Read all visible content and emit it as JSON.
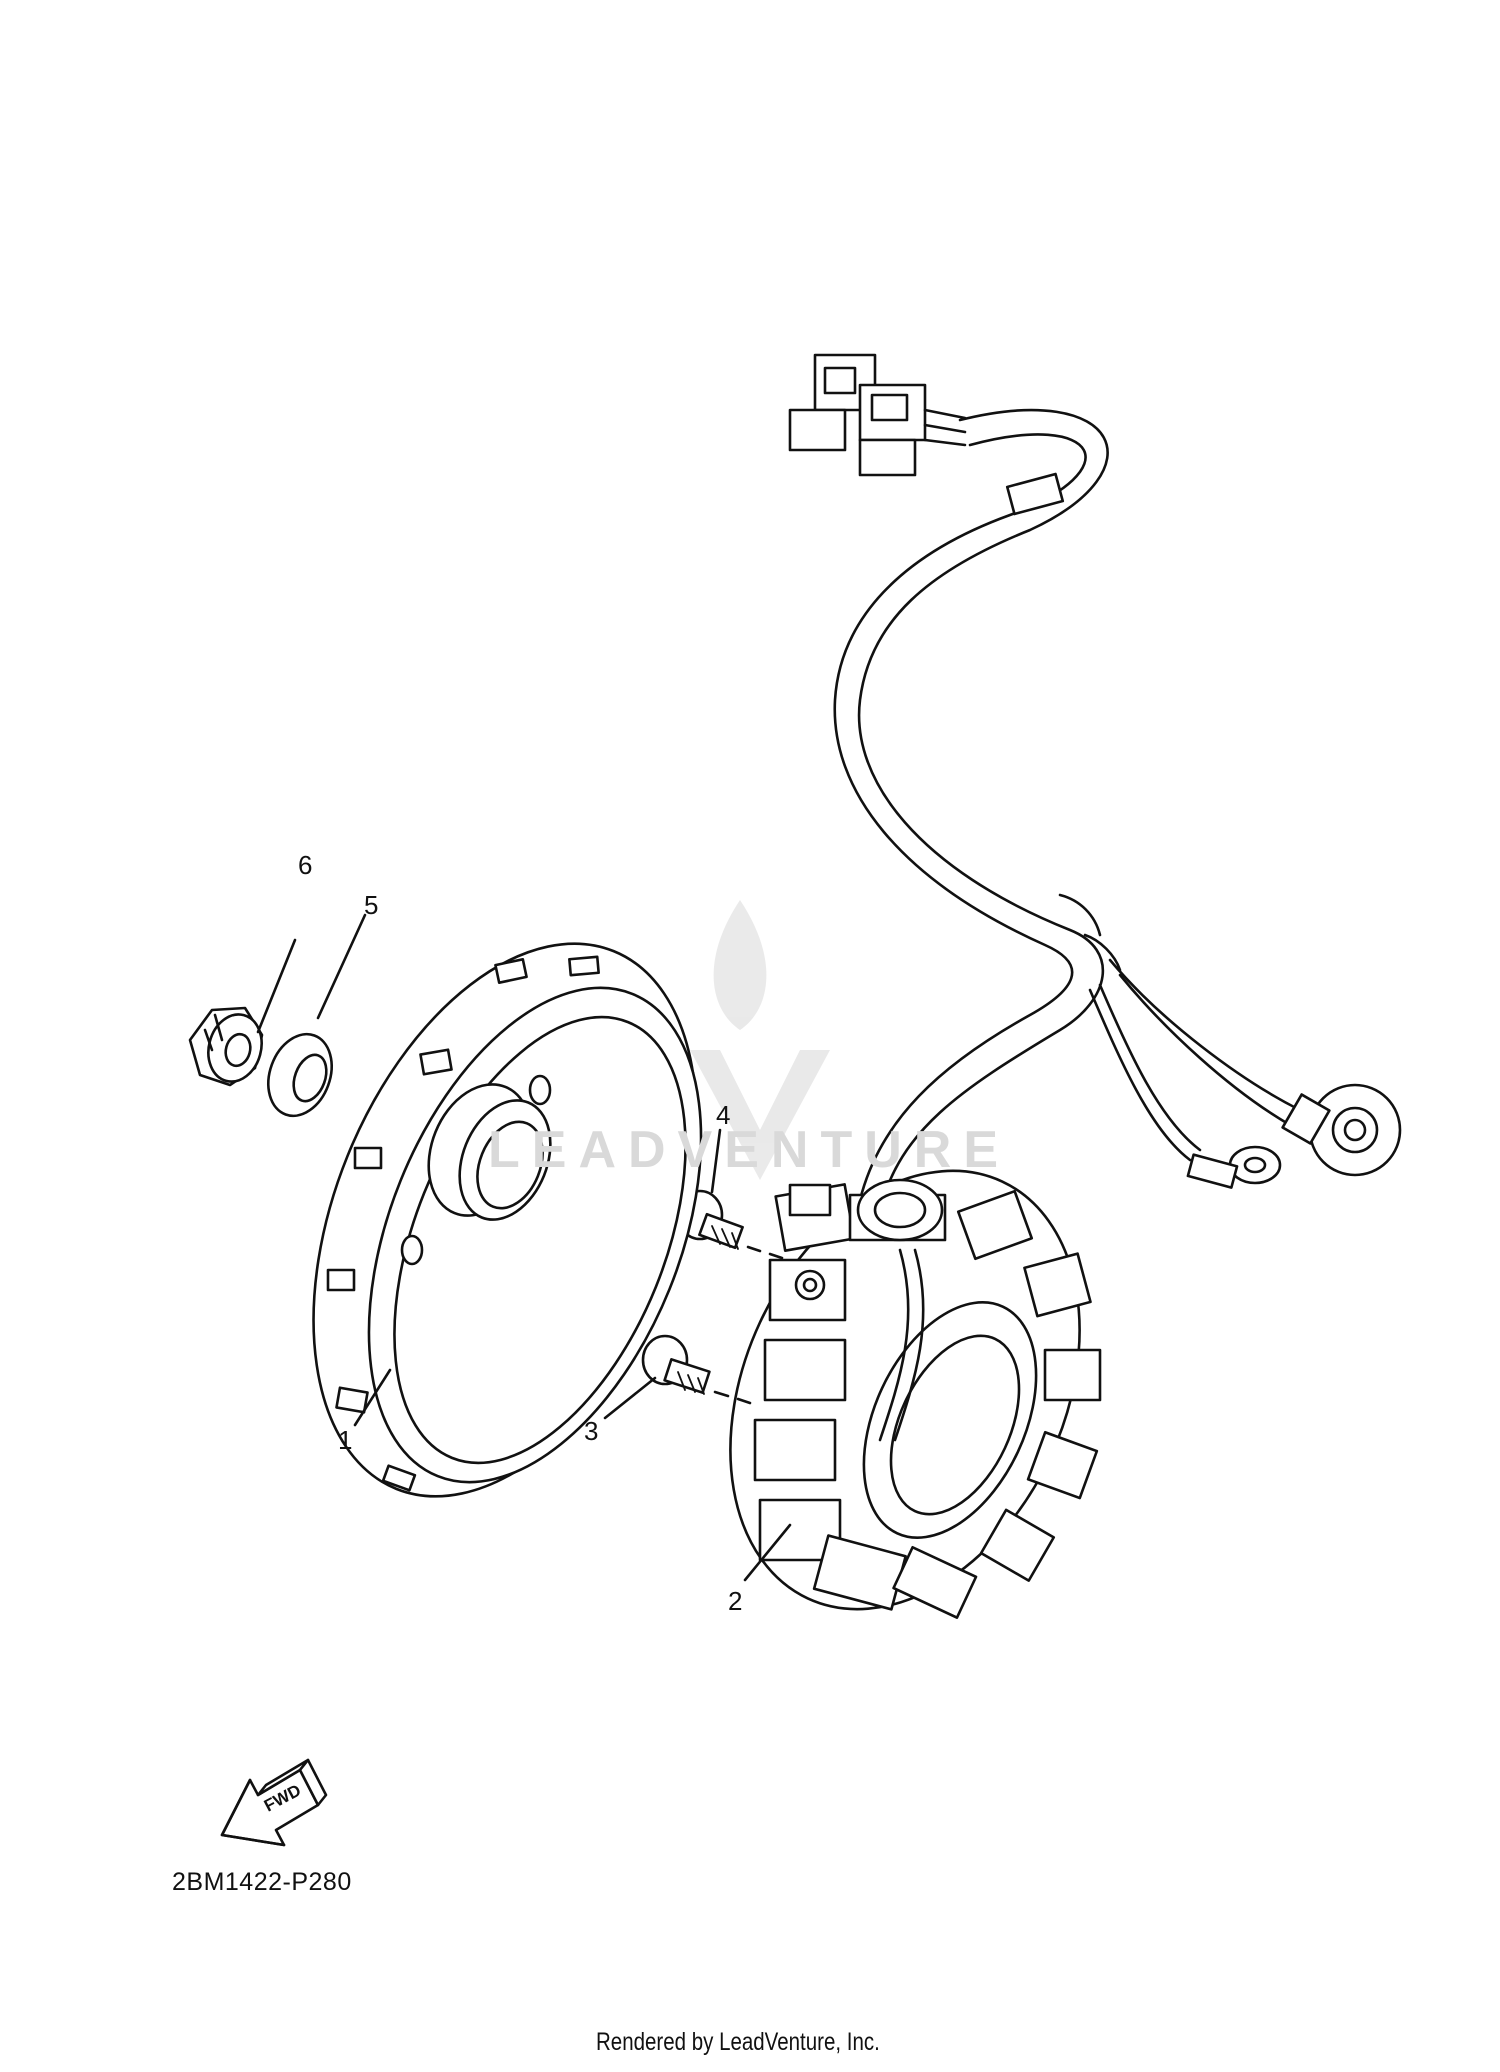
{
  "callouts": [
    {
      "id": "1",
      "label": "1"
    },
    {
      "id": "2",
      "label": "2"
    },
    {
      "id": "3",
      "label": "3"
    },
    {
      "id": "4",
      "label": "4"
    },
    {
      "id": "5",
      "label": "5"
    },
    {
      "id": "6",
      "label": "6"
    }
  ],
  "fwd_label": "FWD",
  "diagram_code": "2BM1422-P280",
  "watermark": "LEADVENTURE",
  "credit": "Rendered by LeadVenture, Inc."
}
